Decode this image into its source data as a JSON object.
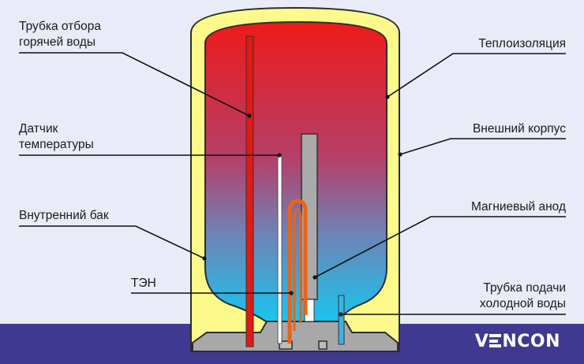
{
  "labels": {
    "hot_pipe_1": "Трубка отбора",
    "hot_pipe_2": "горячей воды",
    "insulation": "Теплоизоляция",
    "sensor_1": "Датчик",
    "sensor_2": "температуры",
    "outer_case": "Внешний корпус",
    "inner_tank": "Внутренний бак",
    "anode": "Магниевый анод",
    "heater": "ТЭН",
    "cold_pipe_1": "Трубка подачи",
    "cold_pipe_2": "холодной воды"
  },
  "brand": {
    "left": "V",
    "right": "NCON"
  },
  "colors": {
    "background": "#e9ebf9",
    "bottom_band": "#403991",
    "insulation": "#fdfa8b",
    "hot_water": "#ee1a1a",
    "cold_water": "#17c6ef",
    "hot_pipe": "#e01a14",
    "cold_pipe": "#33b6e6",
    "heater": "#e86418",
    "anode": "#aaaaaa"
  }
}
